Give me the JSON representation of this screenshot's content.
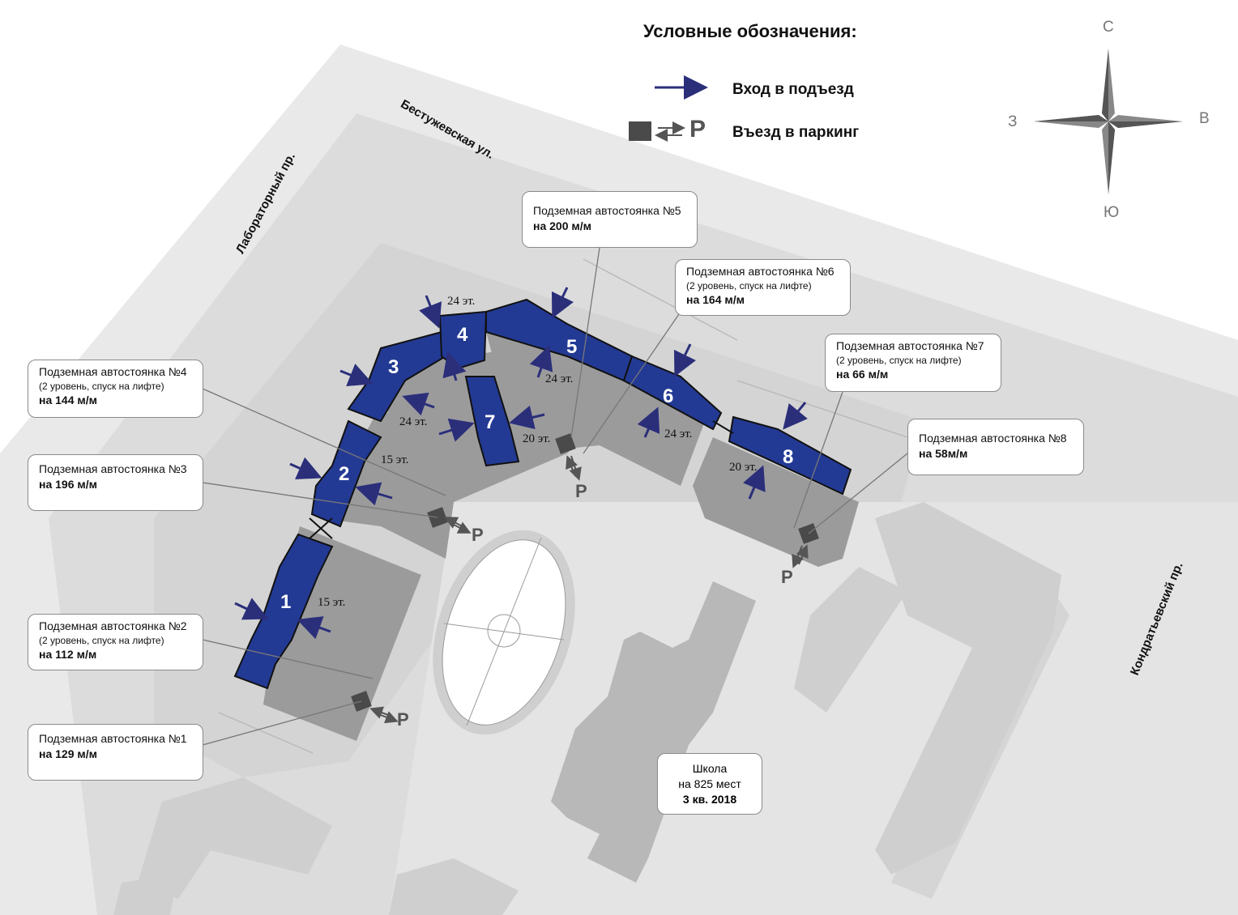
{
  "legend": {
    "title": "Условные обозначения:",
    "entrance_label": "Вход в подъезд",
    "parking_label": "Въезд в паркинг",
    "parking_symbol": "P"
  },
  "compass": {
    "north": "С",
    "south": "Ю",
    "west": "З",
    "east": "В"
  },
  "streets": {
    "bestuzhevskaya": "Бестужевская ул.",
    "laboratorny": "Лабораторный пр.",
    "kondratyevsky": "Кондратьевский пр."
  },
  "buildings": [
    {
      "number": "1",
      "floors": "15 эт."
    },
    {
      "number": "2",
      "floors": "15 эт."
    },
    {
      "number": "3",
      "floors": "24 эт."
    },
    {
      "number": "4",
      "floors": "24 эт."
    },
    {
      "number": "5",
      "floors": "24 эт."
    },
    {
      "number": "6",
      "floors": "24 эт."
    },
    {
      "number": "7",
      "floors": "20 эт."
    },
    {
      "number": "8",
      "floors": "20 эт."
    }
  ],
  "parking_lots": [
    {
      "title": "Подземная автостоянка №1",
      "note": "",
      "capacity": "на 129 м/м"
    },
    {
      "title": "Подземная автостоянка №2",
      "note": "(2 уровень, спуск на лифте)",
      "capacity": "на 112 м/м"
    },
    {
      "title": "Подземная автостоянка №3",
      "note": "",
      "capacity": "на 196 м/м"
    },
    {
      "title": "Подземная автостоянка №4",
      "note": "(2 уровень, спуск на лифте)",
      "capacity": "на 144 м/м"
    },
    {
      "title": "Подземная автостоянка №5",
      "note": "",
      "capacity": "на 200 м/м"
    },
    {
      "title": "Подземная автостоянка №6",
      "note": "(2 уровень, спуск на лифте)",
      "capacity": "на 164 м/м"
    },
    {
      "title": "Подземная автостоянка №7",
      "note": "(2 уровень, спуск на лифте)",
      "capacity": "на 66 м/м"
    },
    {
      "title": "Подземная автостоянка №8",
      "note": "",
      "capacity": "на 58м/м"
    }
  ],
  "school": {
    "line1": "Школа",
    "line2": "на 825 мест",
    "line3": "3 кв. 2018"
  },
  "colors": {
    "building": "#233a94",
    "arrow": "#2b2f7a",
    "courtyard": "#9b9b9c",
    "block": "#c8c8c9",
    "road": "#e9e9e9",
    "parking_box": "#4a4a4a"
  }
}
